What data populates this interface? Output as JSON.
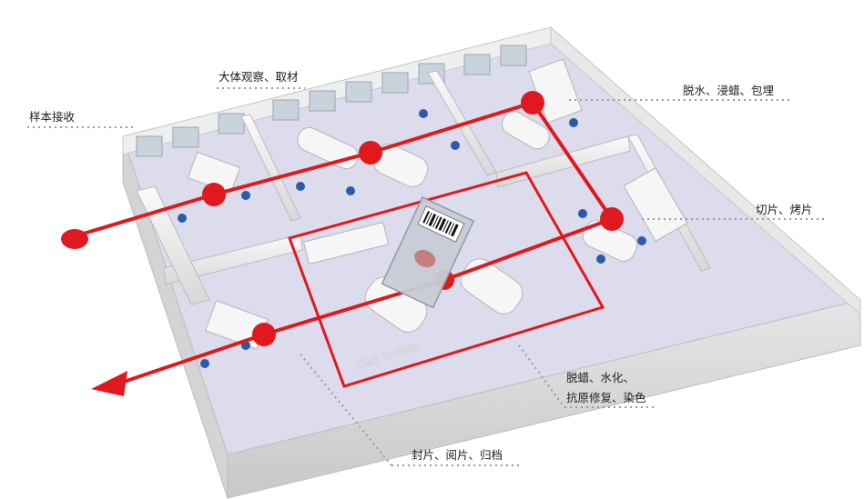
{
  "labels": {
    "sample_receive": "样本接收",
    "gross_exam": "大体观察、取材",
    "dehydrate_embed": "脱水、浸蜡、包埋",
    "slice_bake": "切片、烤片",
    "deparaffin_line1": "脱蜡、水化、",
    "deparaffin_line2": "抗原修复、染色",
    "mount_archive": "封片、阅片、归档"
  },
  "enter_button": "Click To Enter",
  "colors": {
    "flow_red": "#e0191e",
    "floor": "#dcdcec",
    "wall": "#f1f1f1",
    "label_text": "#222222",
    "leader_dots": "#9a9a9a"
  }
}
